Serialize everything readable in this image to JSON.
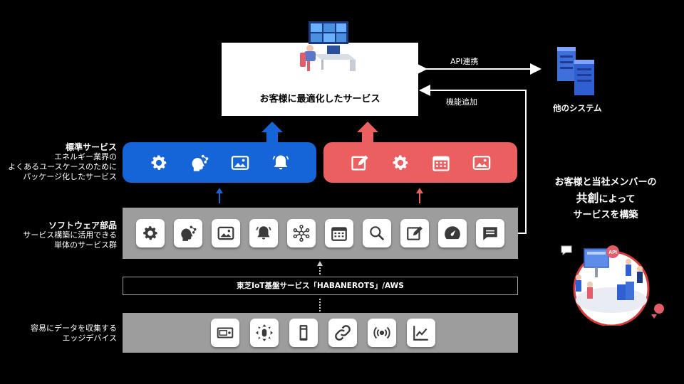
{
  "top_service": {
    "title": "お客様に最適化したサービス"
  },
  "connections": {
    "api_label": "API連携",
    "add_label": "機能追加"
  },
  "other_system": {
    "label": "他のシステム"
  },
  "standard_service": {
    "heading": "標準サービス",
    "lines": [
      "エネルギー業界の",
      "よくあるユースケースのために",
      "パッケージ化したサービス"
    ]
  },
  "software_parts": {
    "heading": "ソフトウェア部品",
    "lines": [
      "サービス構築に活用できる",
      "単体のサービス群"
    ]
  },
  "platform": {
    "label": "東芝IoT基盤サービス「HABANEROTS」/AWS"
  },
  "edge": {
    "lines": [
      "容易にデータを収集する",
      "エッジデバイス"
    ]
  },
  "co_creation": {
    "line1": "お客様と当社メンバーの",
    "line2_big": "共創",
    "line2_rest": "によって",
    "line3": "サービスを構築"
  },
  "illustration": {
    "api_badge": "API"
  },
  "colors": {
    "blue": "#1565d8",
    "red": "#ec5f61",
    "gray": "#9d9d9d",
    "icon_dark": "#3a3a3a"
  },
  "icons": {
    "blue_band": [
      "gear-icon",
      "ai-head-icon",
      "image-icon",
      "bell-icon"
    ],
    "red_band": [
      "edit-icon",
      "gear-icon",
      "calendar-icon",
      "image-icon"
    ],
    "software_parts": [
      "gear-icon",
      "ai-head-icon",
      "image-icon",
      "bell-icon",
      "network-icon",
      "calendar-icon",
      "search-icon",
      "edit-icon",
      "gauge-icon",
      "message-icon"
    ],
    "edge_devices": [
      "meter-icon",
      "cross-device-icon",
      "sensor-icon",
      "link-icon",
      "wireless-icon",
      "chart-icon"
    ]
  }
}
